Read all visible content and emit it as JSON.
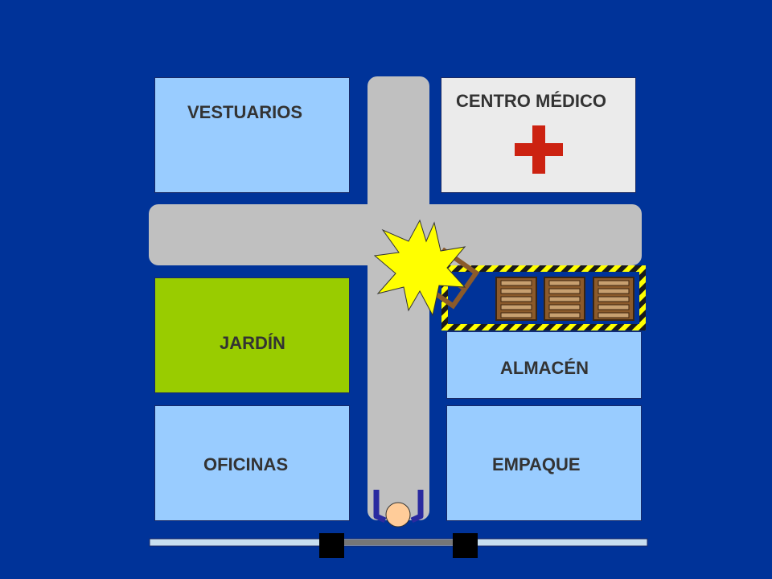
{
  "colors": {
    "background": "#003399",
    "building": "#99ccff",
    "medical": "#ebebeb",
    "garden": "#99cc00",
    "road": "#c0c0c0",
    "cross": "#cc2211",
    "hazard_yellow": "#ffff00",
    "pallet": "#8b5a2b",
    "impact": "#ffff00"
  },
  "buildings": {
    "vestuarios": "VESTUARIOS",
    "centro_medico": "CENTRO MÉDICO",
    "jardin": "JARDÍN",
    "almacen": "ALMACÉN",
    "oficinas": "OFICINAS",
    "empaque": "EMPAQUE"
  },
  "icons": {
    "medical": "red-cross-icon",
    "impact": "impact-burst-icon",
    "pallets": "pallet-icon",
    "person": "person-icon",
    "gate": "gate-icon"
  }
}
